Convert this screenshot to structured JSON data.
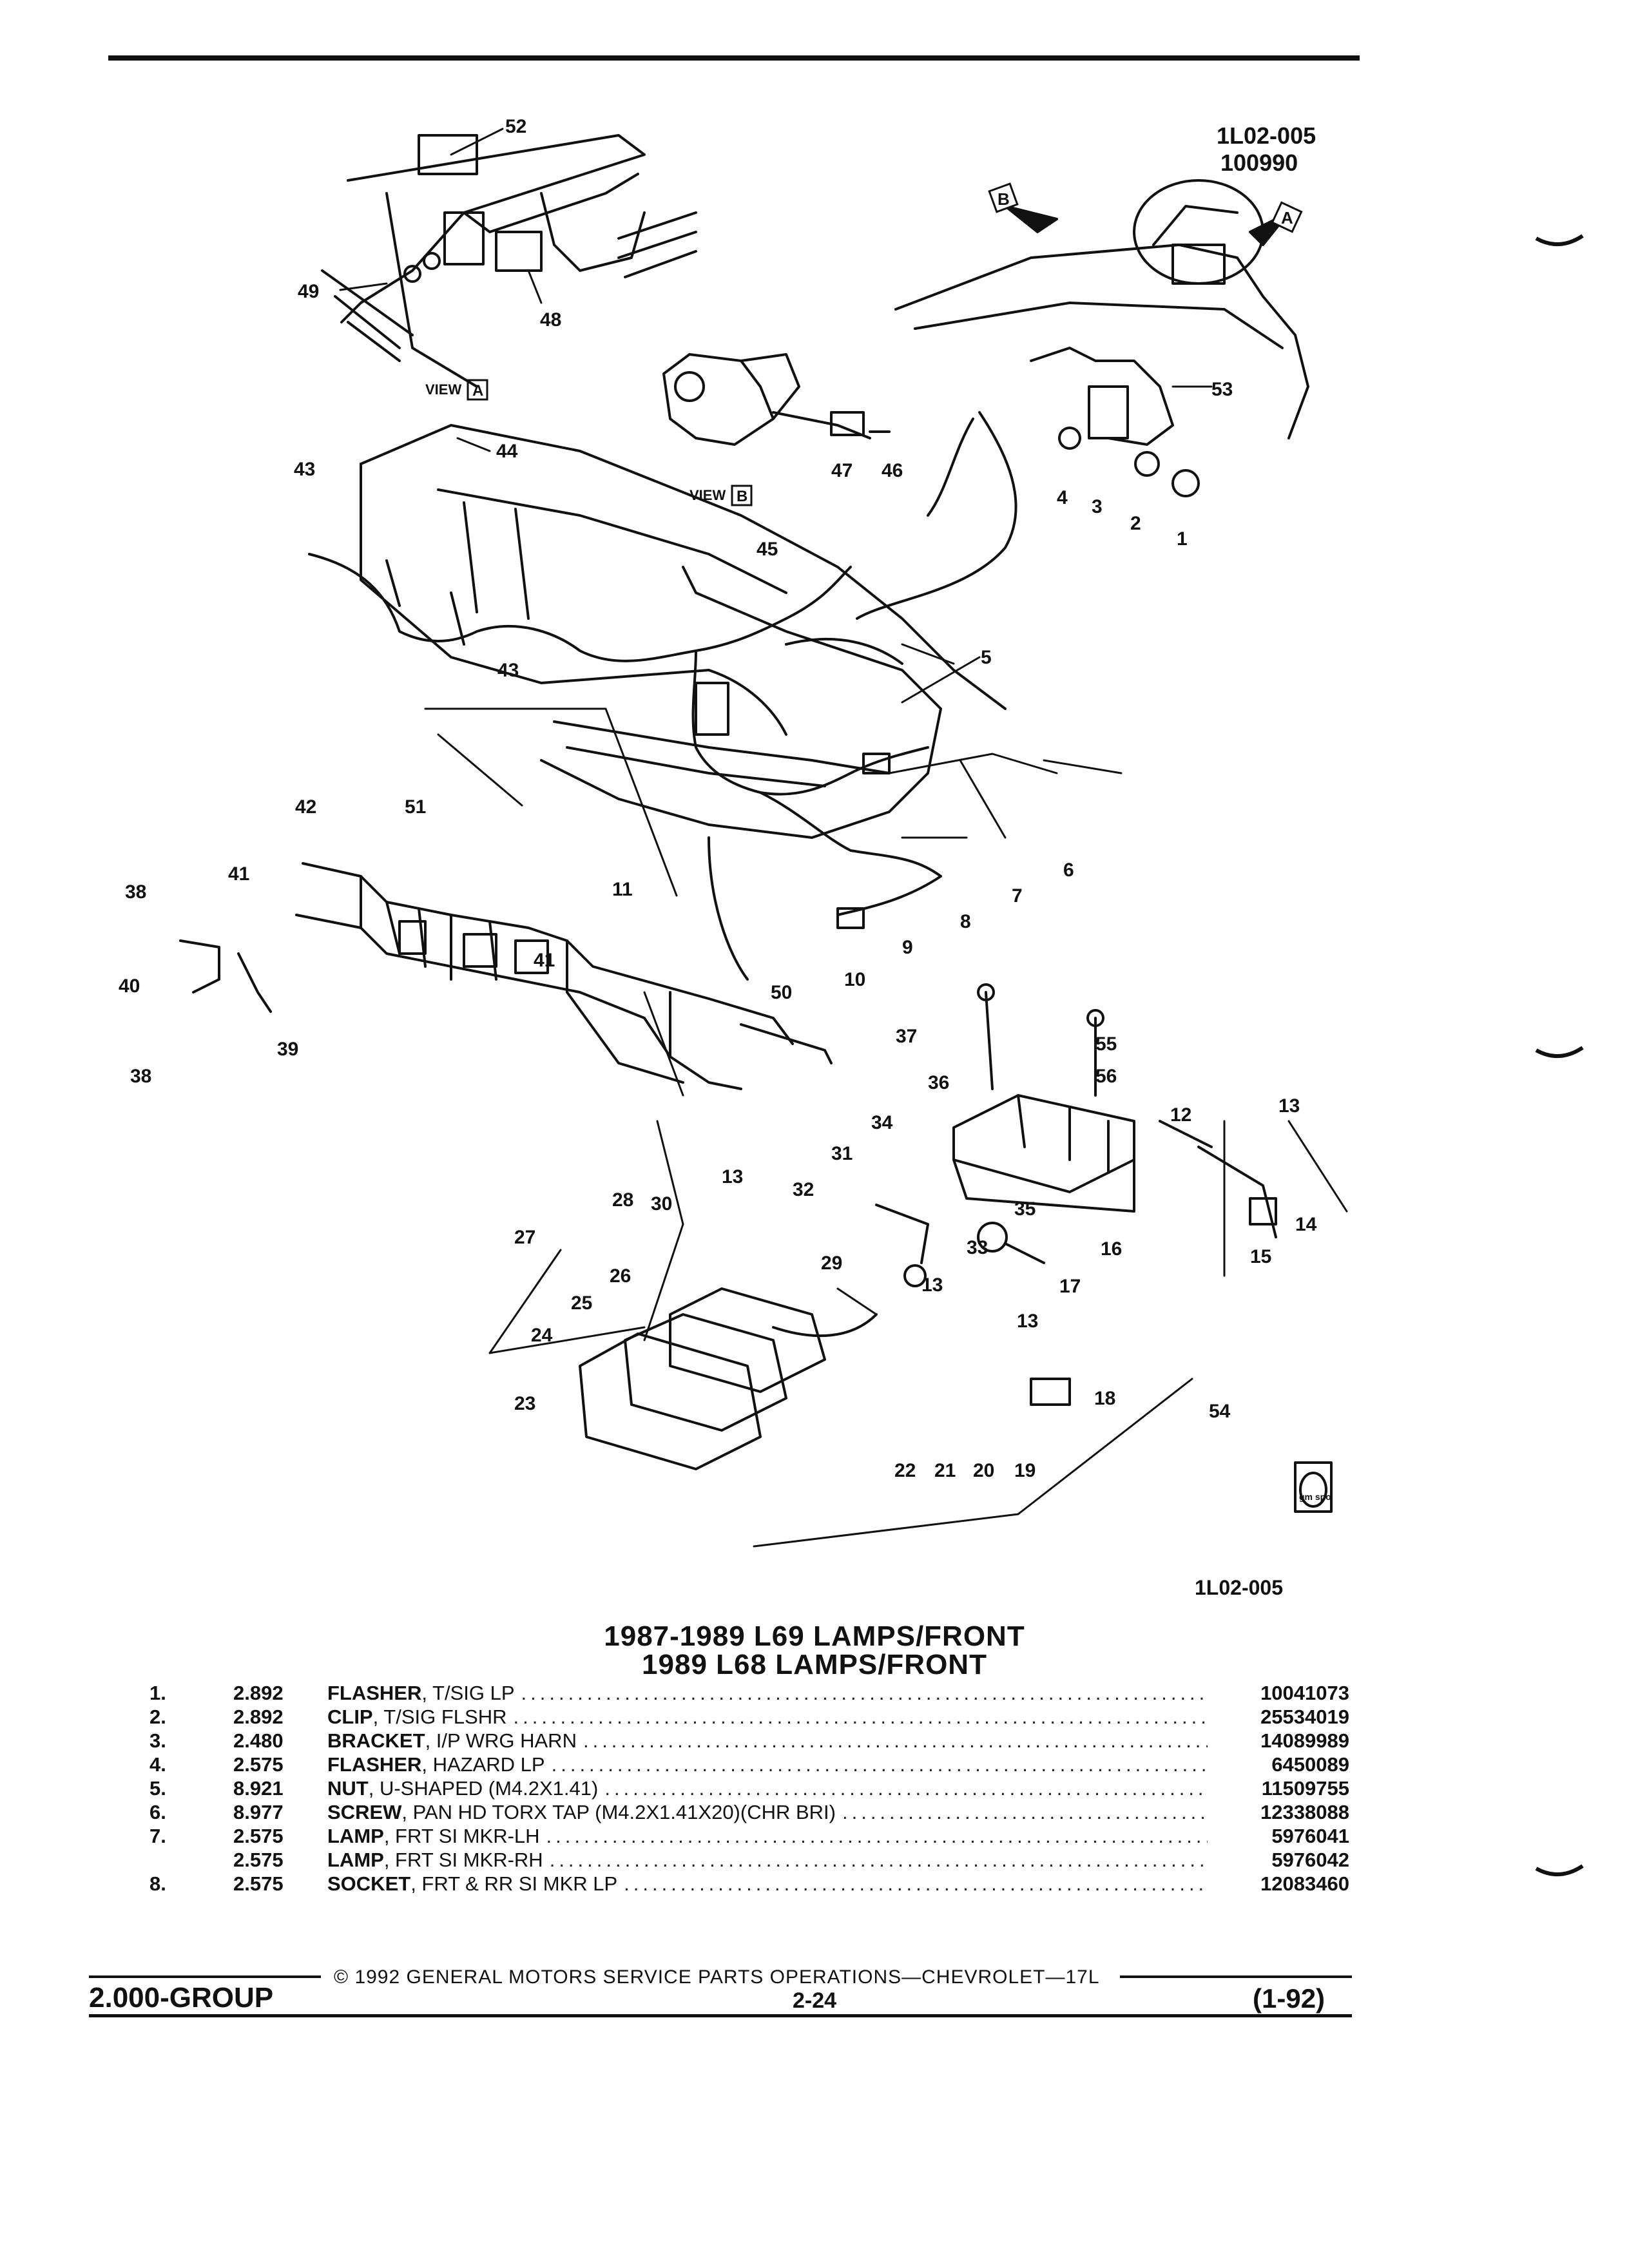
{
  "header": {
    "illustration_code": "1L02-005",
    "illustration_number": "100990"
  },
  "view_labels": {
    "view_a": "VIEW",
    "view_a_letter": "A",
    "view_b": "VIEW",
    "view_b_letter": "B",
    "arrow_a_letter": "A",
    "arrow_b_letter": "B"
  },
  "callouts": [
    "52",
    "49",
    "48",
    "44",
    "43",
    "47",
    "46",
    "45",
    "4",
    "3",
    "2",
    "1",
    "53",
    "5",
    "43",
    "42",
    "51",
    "41",
    "38",
    "40",
    "41",
    "38",
    "39",
    "11",
    "9",
    "8",
    "6",
    "7",
    "10",
    "50",
    "37",
    "36",
    "55",
    "56",
    "34",
    "31",
    "13",
    "32",
    "30",
    "28",
    "27",
    "35",
    "33",
    "16",
    "17",
    "29",
    "13",
    "26",
    "25",
    "24",
    "23",
    "13",
    "22",
    "21",
    "20",
    "19",
    "18",
    "54",
    "12",
    "13",
    "14",
    "15"
  ],
  "logo_text": "gm spo",
  "footer_code": "1L02-005",
  "titles": [
    "1987-1989 L69 LAMPS/FRONT",
    "1989 L68 LAMPS/FRONT"
  ],
  "parts": [
    {
      "idx": "1.",
      "code": "2.892",
      "name": "FLASHER",
      "desc": ", T/SIG LP",
      "part": "10041073"
    },
    {
      "idx": "2.",
      "code": "2.892",
      "name": "CLIP",
      "desc": ", T/SIG FLSHR",
      "part": "25534019"
    },
    {
      "idx": "3.",
      "code": "2.480",
      "name": "BRACKET",
      "desc": ", I/P WRG HARN",
      "part": "14089989"
    },
    {
      "idx": "4.",
      "code": "2.575",
      "name": "FLASHER",
      "desc": ", HAZARD LP",
      "part": "6450089"
    },
    {
      "idx": "5.",
      "code": "8.921",
      "name": "NUT",
      "desc": ", U-SHAPED (M4.2X1.41)",
      "part": "11509755"
    },
    {
      "idx": "6.",
      "code": "8.977",
      "name": "SCREW",
      "desc": ", PAN HD TORX TAP (M4.2X1.41X20)(CHR BRI)",
      "part": "12338088"
    },
    {
      "idx": "7.",
      "code": "2.575",
      "name": "LAMP",
      "desc": ", FRT SI MKR-LH",
      "part": "5976041"
    },
    {
      "idx": "",
      "code": "2.575",
      "name": "LAMP",
      "desc": ", FRT SI MKR-RH",
      "part": "5976042"
    },
    {
      "idx": "8.",
      "code": "2.575",
      "name": "SOCKET",
      "desc": ", FRT & RR SI MKR LP",
      "part": "12083460"
    }
  ],
  "footer": {
    "copyright": "© 1992 GENERAL MOTORS SERVICE PARTS OPERATIONS—CHEVROLET—17L",
    "group": "2.000-GROUP",
    "page": "2-24",
    "date": "(1-92)"
  }
}
